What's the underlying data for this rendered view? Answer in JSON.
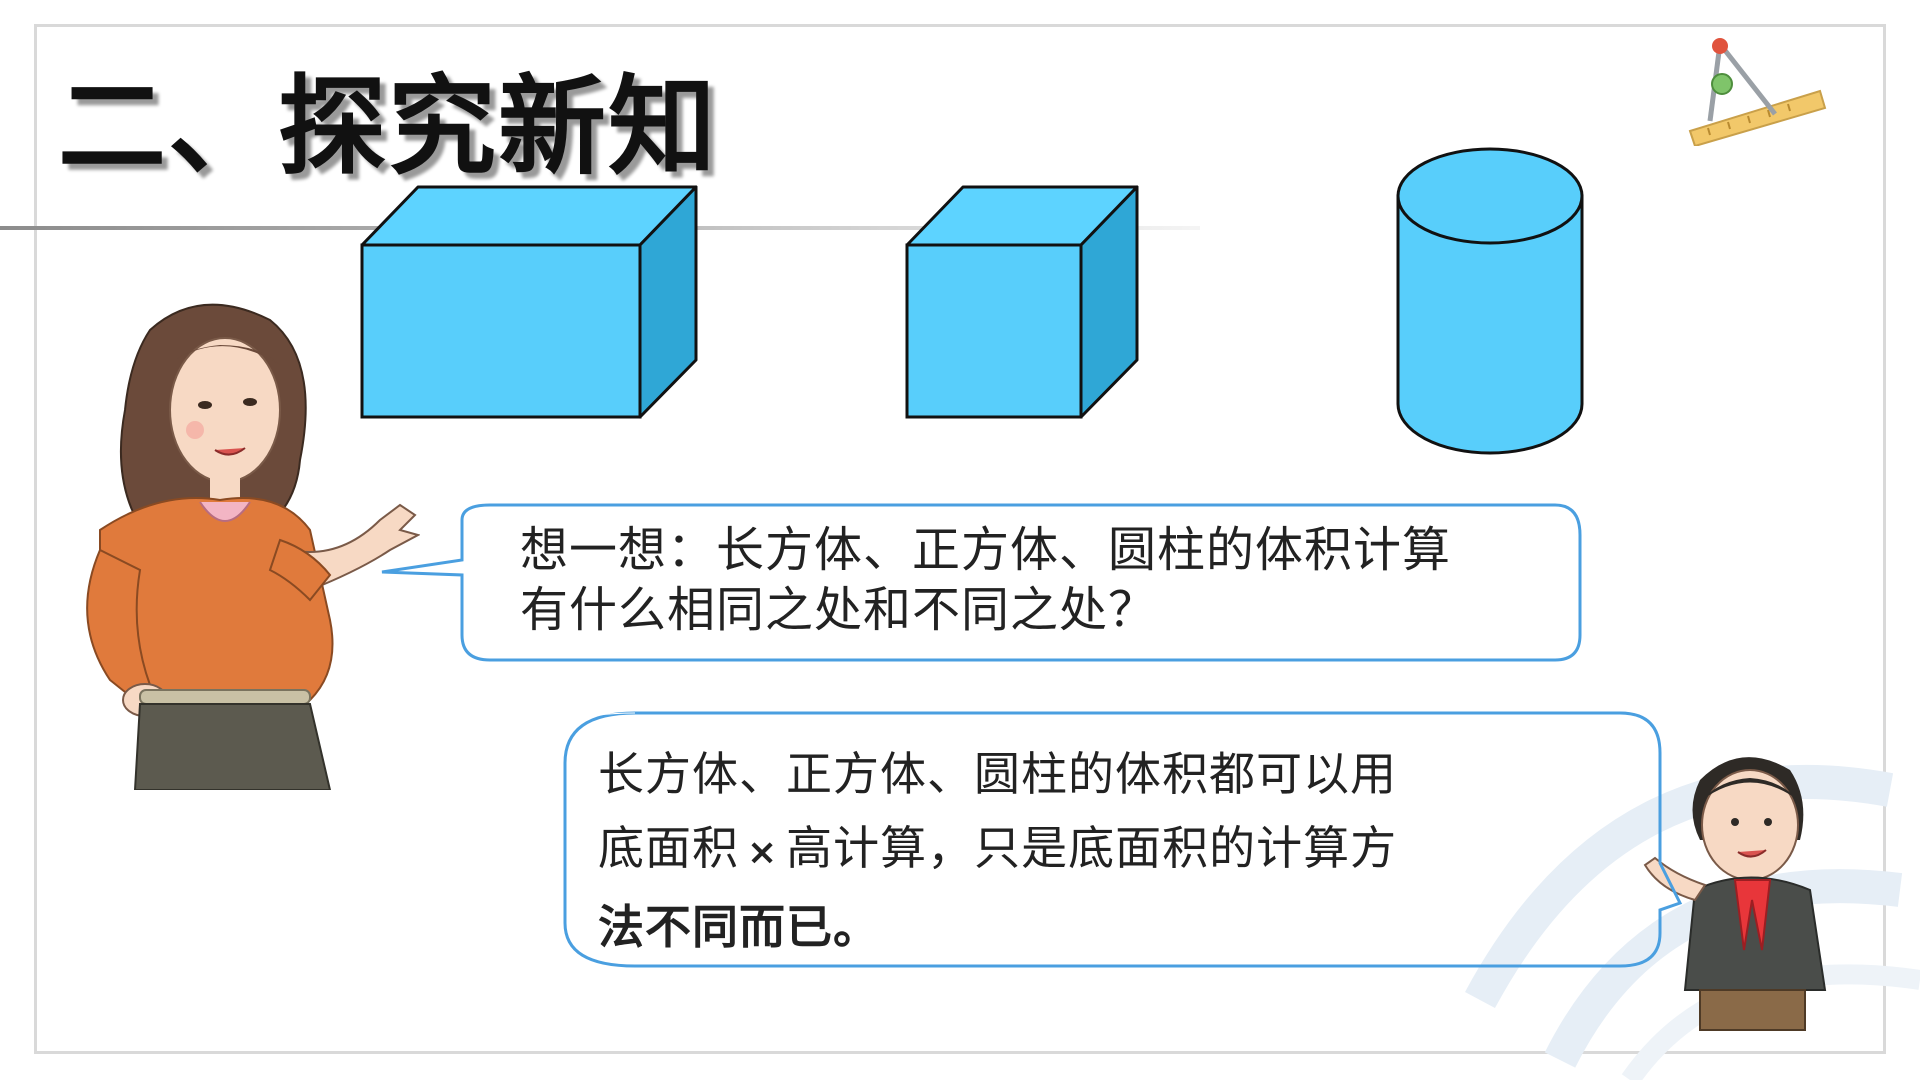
{
  "slide": {
    "title": "二、探究新知"
  },
  "shapes": [
    {
      "name": "长方体",
      "icon": "cuboid-icon",
      "color": "#58cefb"
    },
    {
      "name": "正方体",
      "icon": "cube-icon",
      "color": "#58cefb"
    },
    {
      "name": "圆柱",
      "icon": "cylinder-icon",
      "color": "#58cefb"
    }
  ],
  "question_bubble": {
    "line1": "想一想：长方体、正方体、圆柱的体积计算",
    "line2": "有什么相同之处和不同之处？",
    "border_color": "#4a9fe0"
  },
  "answer_bubble": {
    "line1": "长方体、正方体、圆柱的体积都可以用",
    "line2_before": "底面积",
    "line2_symbol": "×",
    "line2_after": "高计算，只是底面积的计算方",
    "line3": "法不同而已。",
    "border_color": "#4a9fe0"
  },
  "colors": {
    "shape_front": "#58cefb",
    "shape_top": "#5dd3ff",
    "shape_side": "#2fa7d6",
    "bubble_border": "#4a9fe0"
  }
}
